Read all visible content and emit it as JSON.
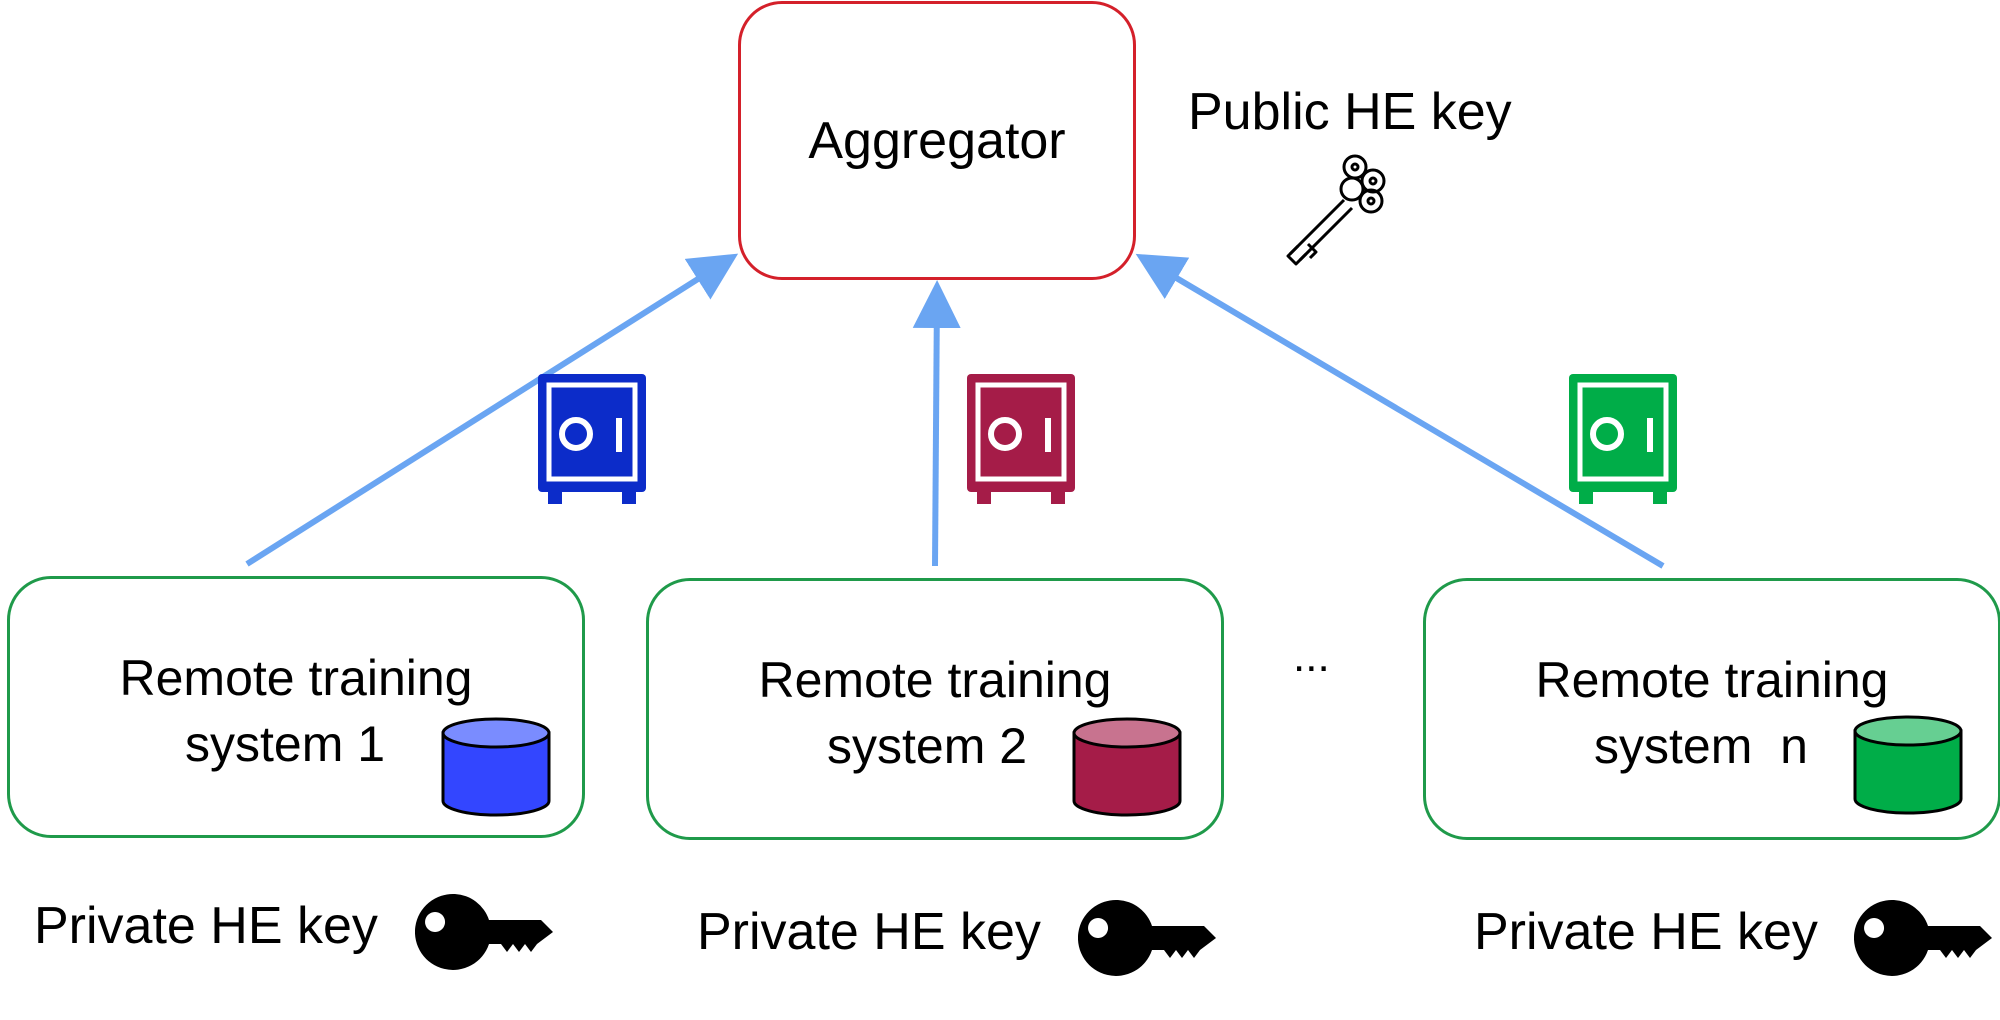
{
  "aggregator": {
    "label": "Aggregator"
  },
  "public_key": {
    "label": "Public HE key",
    "icon": "ornate-key-icon"
  },
  "systems": [
    {
      "title": "Remote training",
      "subtitle": "system 1",
      "color": "#3346ff",
      "color_top": "#7a8cff",
      "safe_color": "#0c2cc9"
    },
    {
      "title": "Remote training",
      "subtitle": "system 2",
      "color": "#a51c48",
      "color_top": "#c8738f",
      "safe_color": "#a51c48"
    },
    {
      "title": "Remote training",
      "subtitle": "system  n",
      "color": "#00ad48",
      "color_top": "#66cf92",
      "safe_color": "#00ad48"
    }
  ],
  "ellipsis": "...",
  "private_key": {
    "label": "Private HE key",
    "icon": "key-icon"
  },
  "colors": {
    "aggregator_border": "#d4202a",
    "system_border": "#1f9a4a",
    "arrow": "#6aa5f2"
  }
}
